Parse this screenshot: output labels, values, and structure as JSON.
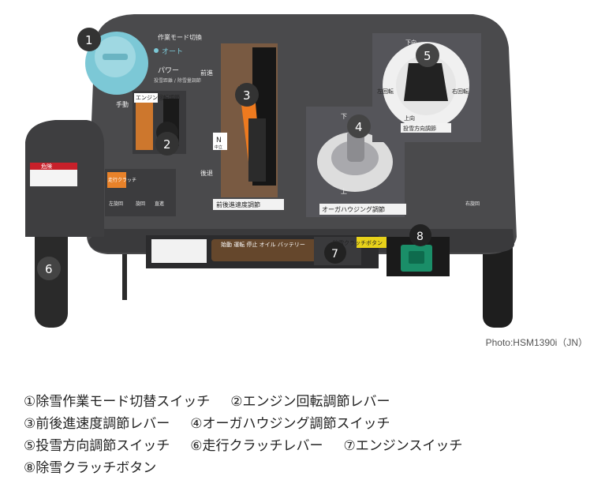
{
  "photo": {
    "labels": {
      "mode_switch": "作業モード切換",
      "auto": "オート",
      "power": "パワー",
      "power_sub": "投雪距離 / 除雪量調節",
      "manual": "手動",
      "engine_speed_box": "エンジン回転調節",
      "forward": "前進",
      "reverse": "後退",
      "neutral_n": "N",
      "neutral": "中立",
      "fwd_rev_speed": "前後進速度調節",
      "auger_housing": "オーガハウジング調節",
      "throw_direction": "投雪方向調節",
      "up": "上",
      "down": "下",
      "up_dir": "上向",
      "down_dir": "下向",
      "left_turn": "左回転",
      "right_turn": "右回転",
      "travel_clutch": "走行クラッチ",
      "left_turn_travel": "左旋回",
      "spin": "旋回",
      "straight": "直進",
      "right_turn_travel": "右旋回",
      "danger": "危険",
      "clutch_clear_warning": "除雪クラッチボタン",
      "panel_ops": "始動  運転  停止  オイル  バッテリー"
    },
    "markers": [
      "1",
      "2",
      "3",
      "4",
      "5",
      "6",
      "7",
      "8"
    ],
    "colors": {
      "panel": "#4a4a4c",
      "accent_orange": "#e8822a",
      "knob_blue": "#7cc8d6",
      "lever_orange": "#ee7a1f",
      "button_green": "#1a8e68"
    }
  },
  "caption": "Photo:HSM1390i（JN）",
  "legend": [
    "①除雪作業モード切替スイッチ",
    "②エンジン回転調節レバー",
    "③前後進速度調節レバー",
    "④オーガハウジング調節スイッチ",
    "⑤投雪方向調節スイッチ",
    "⑥走行クラッチレバー",
    "⑦エンジンスイッチ",
    "⑧除雪クラッチボタン"
  ]
}
